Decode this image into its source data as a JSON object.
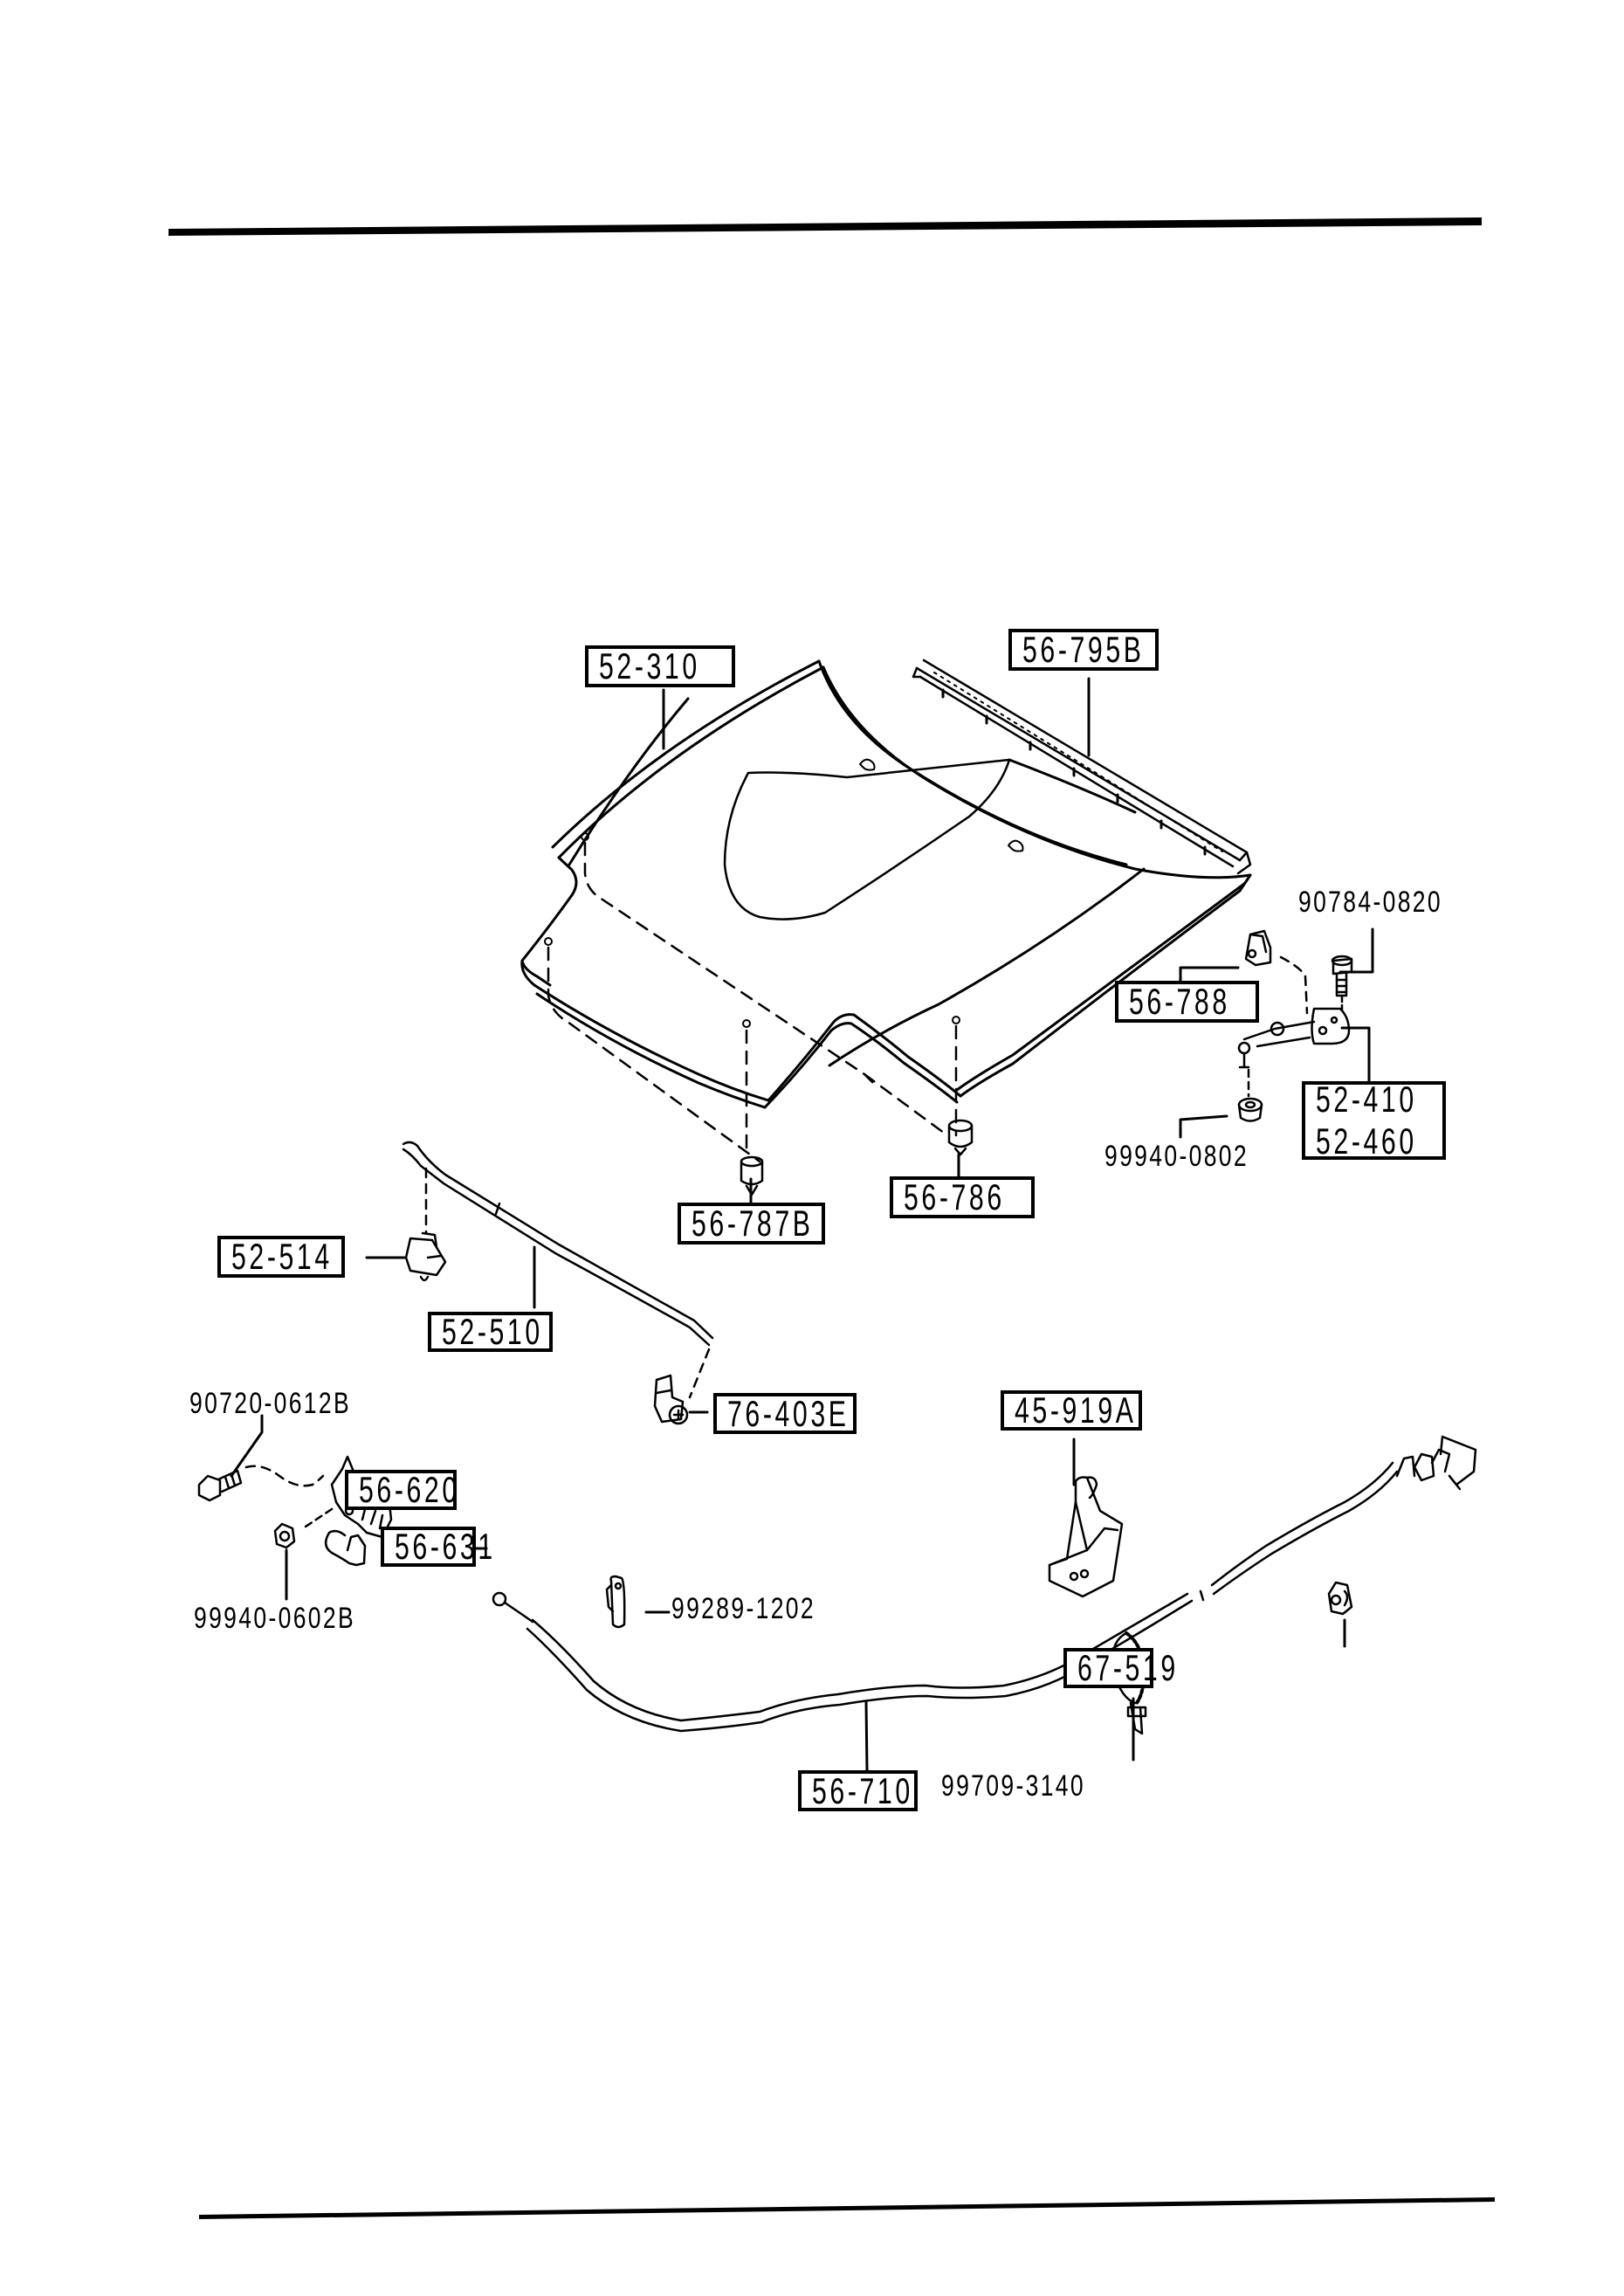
{
  "page": {
    "title": "Hood, hood hinge and hood release cable exploded parts diagram"
  },
  "parts": {
    "hood_panel": "52-310",
    "hood_seal": "56-795B",
    "hood_bumper_rubber_hinge": "56-788",
    "hinge_bolt": "90784-0820",
    "hinge_left_right": [
      "52-410",
      "52-460"
    ],
    "hinge_nut": "99940-0802",
    "hood_stopper_rear": "56-787B",
    "hood_stopper_front": "56-786",
    "prop_rod_clip": "52-514",
    "prop_rod": "52-510",
    "prop_rod_holder": "76-403E",
    "latch_bolt": "90720-0612B",
    "hood_latch": "56-620",
    "safety_lever": "56-631",
    "latch_nut": "99940-0602B",
    "cable_clip": "99289-1202",
    "release_handle": "45-919A",
    "release_cable": "56-710",
    "cable_band": "99709-3140",
    "cable_clamp": "67-519"
  },
  "colors": {
    "ink": "#000000",
    "paper": "#ffffff"
  }
}
